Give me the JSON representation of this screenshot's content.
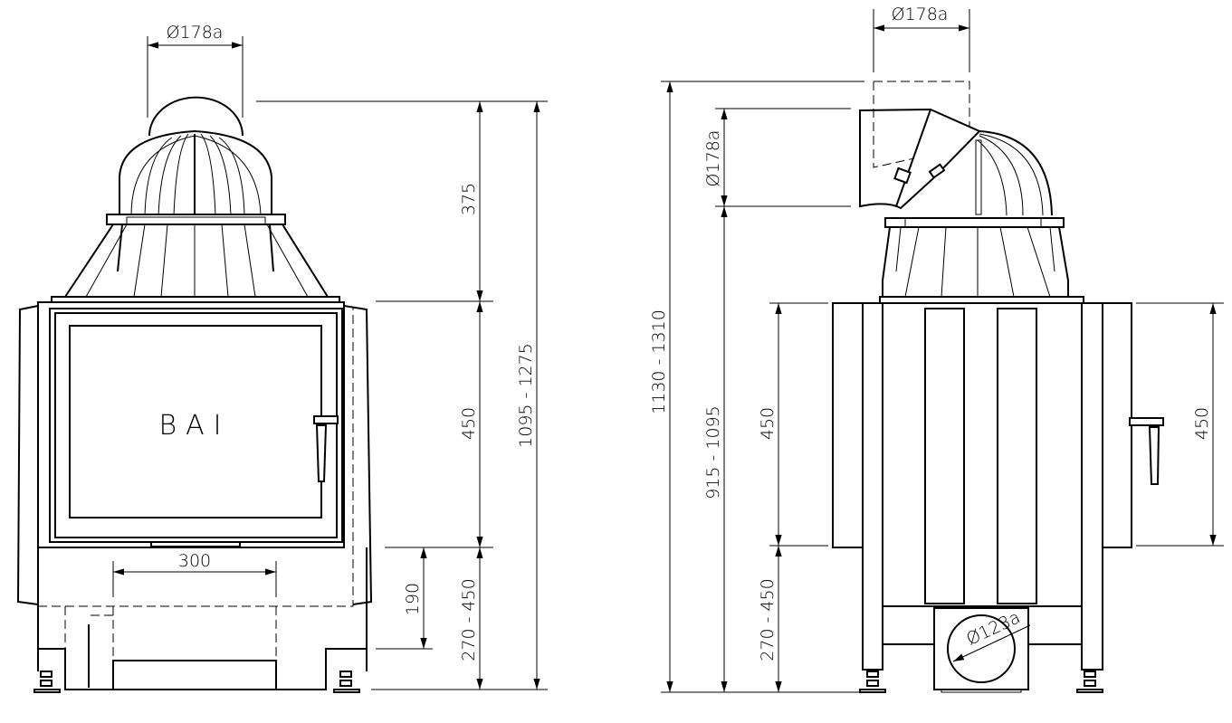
{
  "front_view": {
    "flue_diameter": "Ø178a",
    "hood_height": "375",
    "door_height": "450",
    "total_height": "1095 - 1275",
    "door_width": "300",
    "base_offset": "190",
    "base_height": "270 - 450",
    "model_label": "BAI"
  },
  "side_view": {
    "flue_diameter_top": "Ø178a",
    "flue_diameter_side": "Ø178a",
    "total_height": "1130 - 1310",
    "outlet_height": "915 - 1095",
    "body_height": "450",
    "base_height": "270 - 450",
    "right_height": "450",
    "air_inlet_diameter": "Ø123a"
  }
}
